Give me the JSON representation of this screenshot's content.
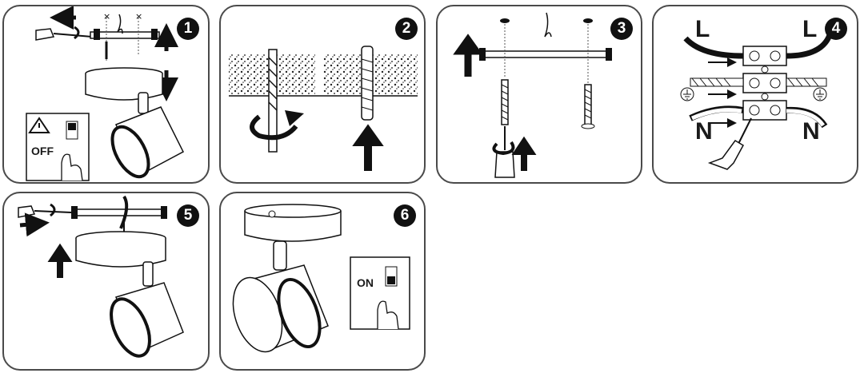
{
  "steps": [
    {
      "number": "1",
      "switch_label": "OFF"
    },
    {
      "number": "2"
    },
    {
      "number": "3"
    },
    {
      "number": "4",
      "wire_labels": {
        "live_left": "L",
        "live_right": "L",
        "neutral_left": "N",
        "neutral_right": "N"
      }
    },
    {
      "number": "5"
    },
    {
      "number": "6",
      "switch_label": "ON"
    }
  ]
}
